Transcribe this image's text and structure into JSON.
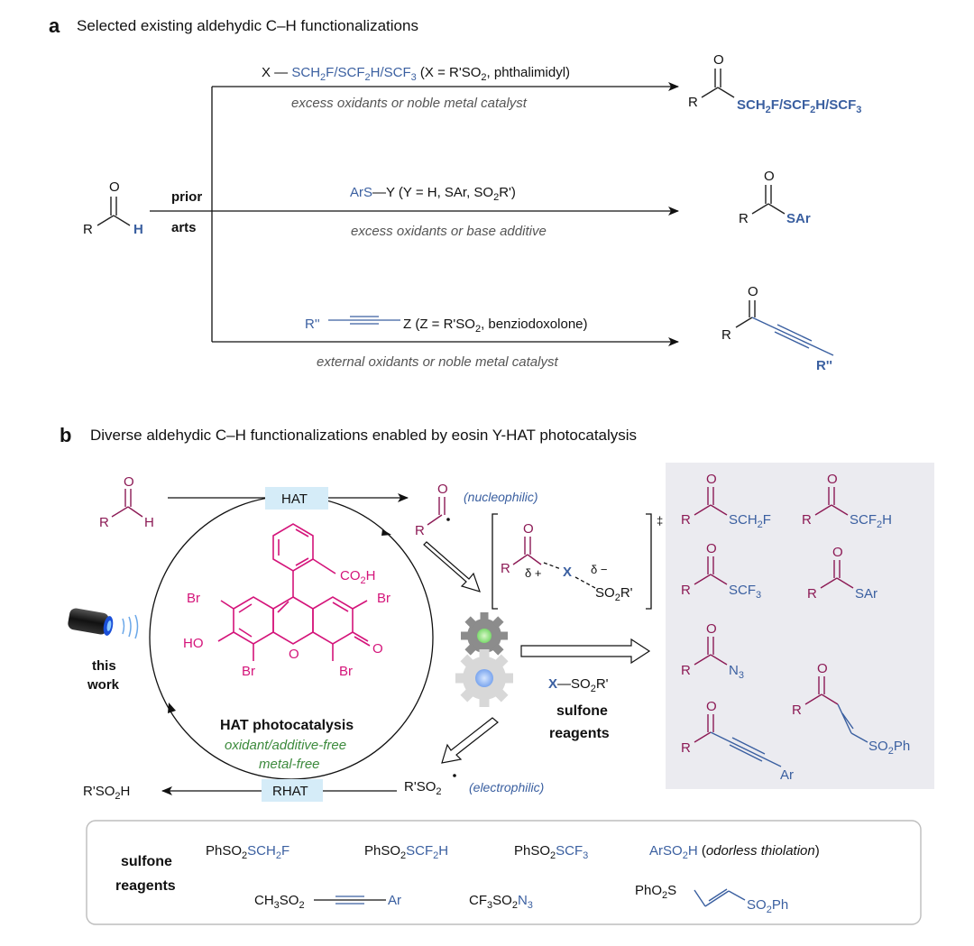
{
  "colors": {
    "blue": "#3a5fa0",
    "magenta": "#8c1a55",
    "pink": "#d4147a",
    "green": "#3c8a3c",
    "gray": "#555555",
    "panel": "#ebebf0"
  },
  "panel_a": {
    "letter": "a",
    "title": "Selected existing aldehydic C–H functionalizations",
    "prior": "prior",
    "arts": "arts",
    "row1": {
      "reagent_x": "X",
      "reagent_pre": "SCH",
      "reagent_sub1": "2",
      "reagent_mid1": "F/SCF",
      "reagent_sub2": "2",
      "reagent_mid2": "H/SCF",
      "reagent_sub3": "3",
      "cond_pre": " (X = R'SO",
      "cond_sub": "2",
      "cond_post": ", phthalimidyl)",
      "note": "excess oxidants or noble metal catalyst",
      "prod_a": "SCH",
      "prod_s1": "2",
      "prod_b": "F/SCF",
      "prod_s2": "2",
      "prod_c": "H/SCF",
      "prod_s3": "3"
    },
    "row2": {
      "reagent_ars": "ArS",
      "cond_pre": "Y (Y = H, SAr, SO",
      "cond_sub": "2",
      "cond_post": "R')",
      "note": "excess oxidants or base additive",
      "prod": "SAr"
    },
    "row3": {
      "reagent_r": "R''",
      "cond_pre": "Z  (Z = R'SO",
      "cond_sub": "2",
      "cond_post": ", benziodoxolone)",
      "note": "external oxidants or noble metal catalyst",
      "prod_r": "R''"
    },
    "sm_r": "R",
    "sm_h": "H",
    "sm_o": "O",
    "prod_o": "O",
    "prod_r": "R"
  },
  "panel_b": {
    "letter": "b",
    "title": "Diverse aldehydic C–H functionalizations enabled by eosin Y-HAT photocatalysis",
    "hat": "HAT",
    "rhat": "RHAT",
    "nucleophilic": "(nucleophilic)",
    "electrophilic": "(electrophilic)",
    "this_work": [
      "this",
      "work"
    ],
    "catalysis": "HAT photocatalysis",
    "free1": "oxidant/additive-free",
    "free2": "metal-free",
    "co2h": {
      "a": "CO",
      "s": "2",
      "b": "H"
    },
    "br": "Br",
    "ho": "HO",
    "o": "O",
    "ts": {
      "r": "R",
      "dplus": "δ +",
      "x": "X",
      "dminus": "δ −",
      "so_a": "SO",
      "so_s": "2",
      "so_b": "R'",
      "dagger": "‡"
    },
    "sulfone_x": "X",
    "sulfone_rest_a": "SO",
    "sulfone_rest_s": "2",
    "sulfone_rest_b": "R'",
    "sulfone_label": [
      "sulfone",
      "reagents"
    ],
    "rso2h": {
      "a": "R'SO",
      "s": "2",
      "b": "H"
    },
    "rso2_rad": {
      "a": "R'SO",
      "s": "2"
    },
    "products": {
      "p1": {
        "a": "SCH",
        "s": "2",
        "b": "F"
      },
      "p2": {
        "a": "SCF",
        "s": "2",
        "b": "H"
      },
      "p3": {
        "a": "SCF",
        "s": "3"
      },
      "p4": "SAr",
      "p5": {
        "a": "N",
        "s": "3"
      },
      "p6": {
        "a": "SO",
        "s": "2",
        "b": "Ph"
      },
      "p7": "Ar"
    }
  },
  "reagents_box": {
    "label": [
      "sulfone",
      "reagents"
    ],
    "r1": {
      "a": "PhSO",
      "s": "2",
      "b": "SCH",
      "s2": "2",
      "c": "F"
    },
    "r2": {
      "a": "PhSO",
      "s": "2",
      "b": "SCF",
      "s2": "2",
      "c": "H"
    },
    "r3": {
      "a": "PhSO",
      "s": "2",
      "b": "SCF",
      "s2": "3"
    },
    "r4": {
      "a": "ArSO",
      "s": "2",
      "b": "H",
      "note": "odorless thiolation"
    },
    "r5": {
      "a": "CH",
      "s": "3",
      "b": "SO",
      "s2": "2",
      "c": "Ar"
    },
    "r6": {
      "a": "CF",
      "s": "3",
      "b": "SO",
      "s2": "2",
      "c": "N",
      "s3": "3"
    },
    "r7": {
      "a": "PhO",
      "s": "2",
      "b": "S",
      "c": "SO",
      "s2": "2",
      "d": "Ph"
    }
  }
}
